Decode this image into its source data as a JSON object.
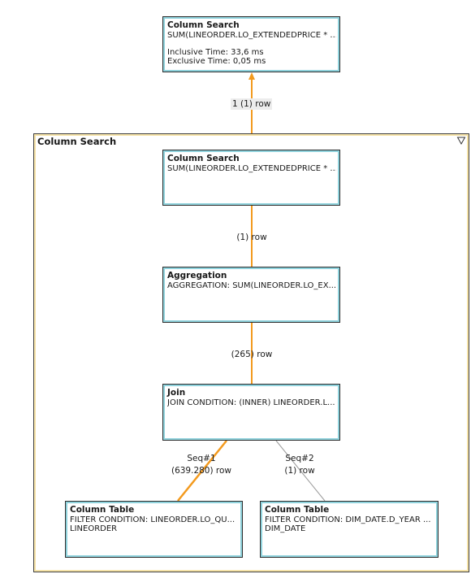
{
  "top_node": {
    "title": "Column Search",
    "detail": "SUM(LINEORDER.LO_EXTENDEDPRICE * ...",
    "inclusive_time": "Inclusive Time: 33,6 ms",
    "exclusive_time": "Exclusive Time: 0,05 ms"
  },
  "top_edge_label": "1 (1) row",
  "group": {
    "title": "Column Search",
    "collapse_icon": "triangle-down-icon"
  },
  "nodes": {
    "column_search": {
      "title": "Column Search",
      "detail": "SUM(LINEORDER.LO_EXTENDEDPRICE * ..."
    },
    "aggregation": {
      "title": "Aggregation",
      "detail": "AGGREGATION: SUM(LINEORDER.LO_EX..."
    },
    "join": {
      "title": "Join",
      "detail": "JOIN CONDITION: (INNER) LINEORDER.L..."
    },
    "table_left": {
      "title": "Column Table",
      "detail": "FILTER CONDITION: LINEORDER.LO_QU...",
      "table": "LINEORDER"
    },
    "table_right": {
      "title": "Column Table",
      "detail": "FILTER CONDITION: DIM_DATE.D_YEAR ...",
      "table": "DIM_DATE"
    }
  },
  "edges": {
    "search_to_agg": "(1) row",
    "agg_to_join": "(265) row",
    "seq1_name": "Seq#1",
    "seq1_rows": "(639.280) row",
    "seq2_name": "Seq#2",
    "seq2_rows": "(1) row"
  },
  "colors": {
    "edge_orange": "#f39a1e",
    "edge_gray": "#9a9a9a",
    "node_inner_border": "#8fd2dc",
    "group_inner_border": "#f6e3a8"
  }
}
